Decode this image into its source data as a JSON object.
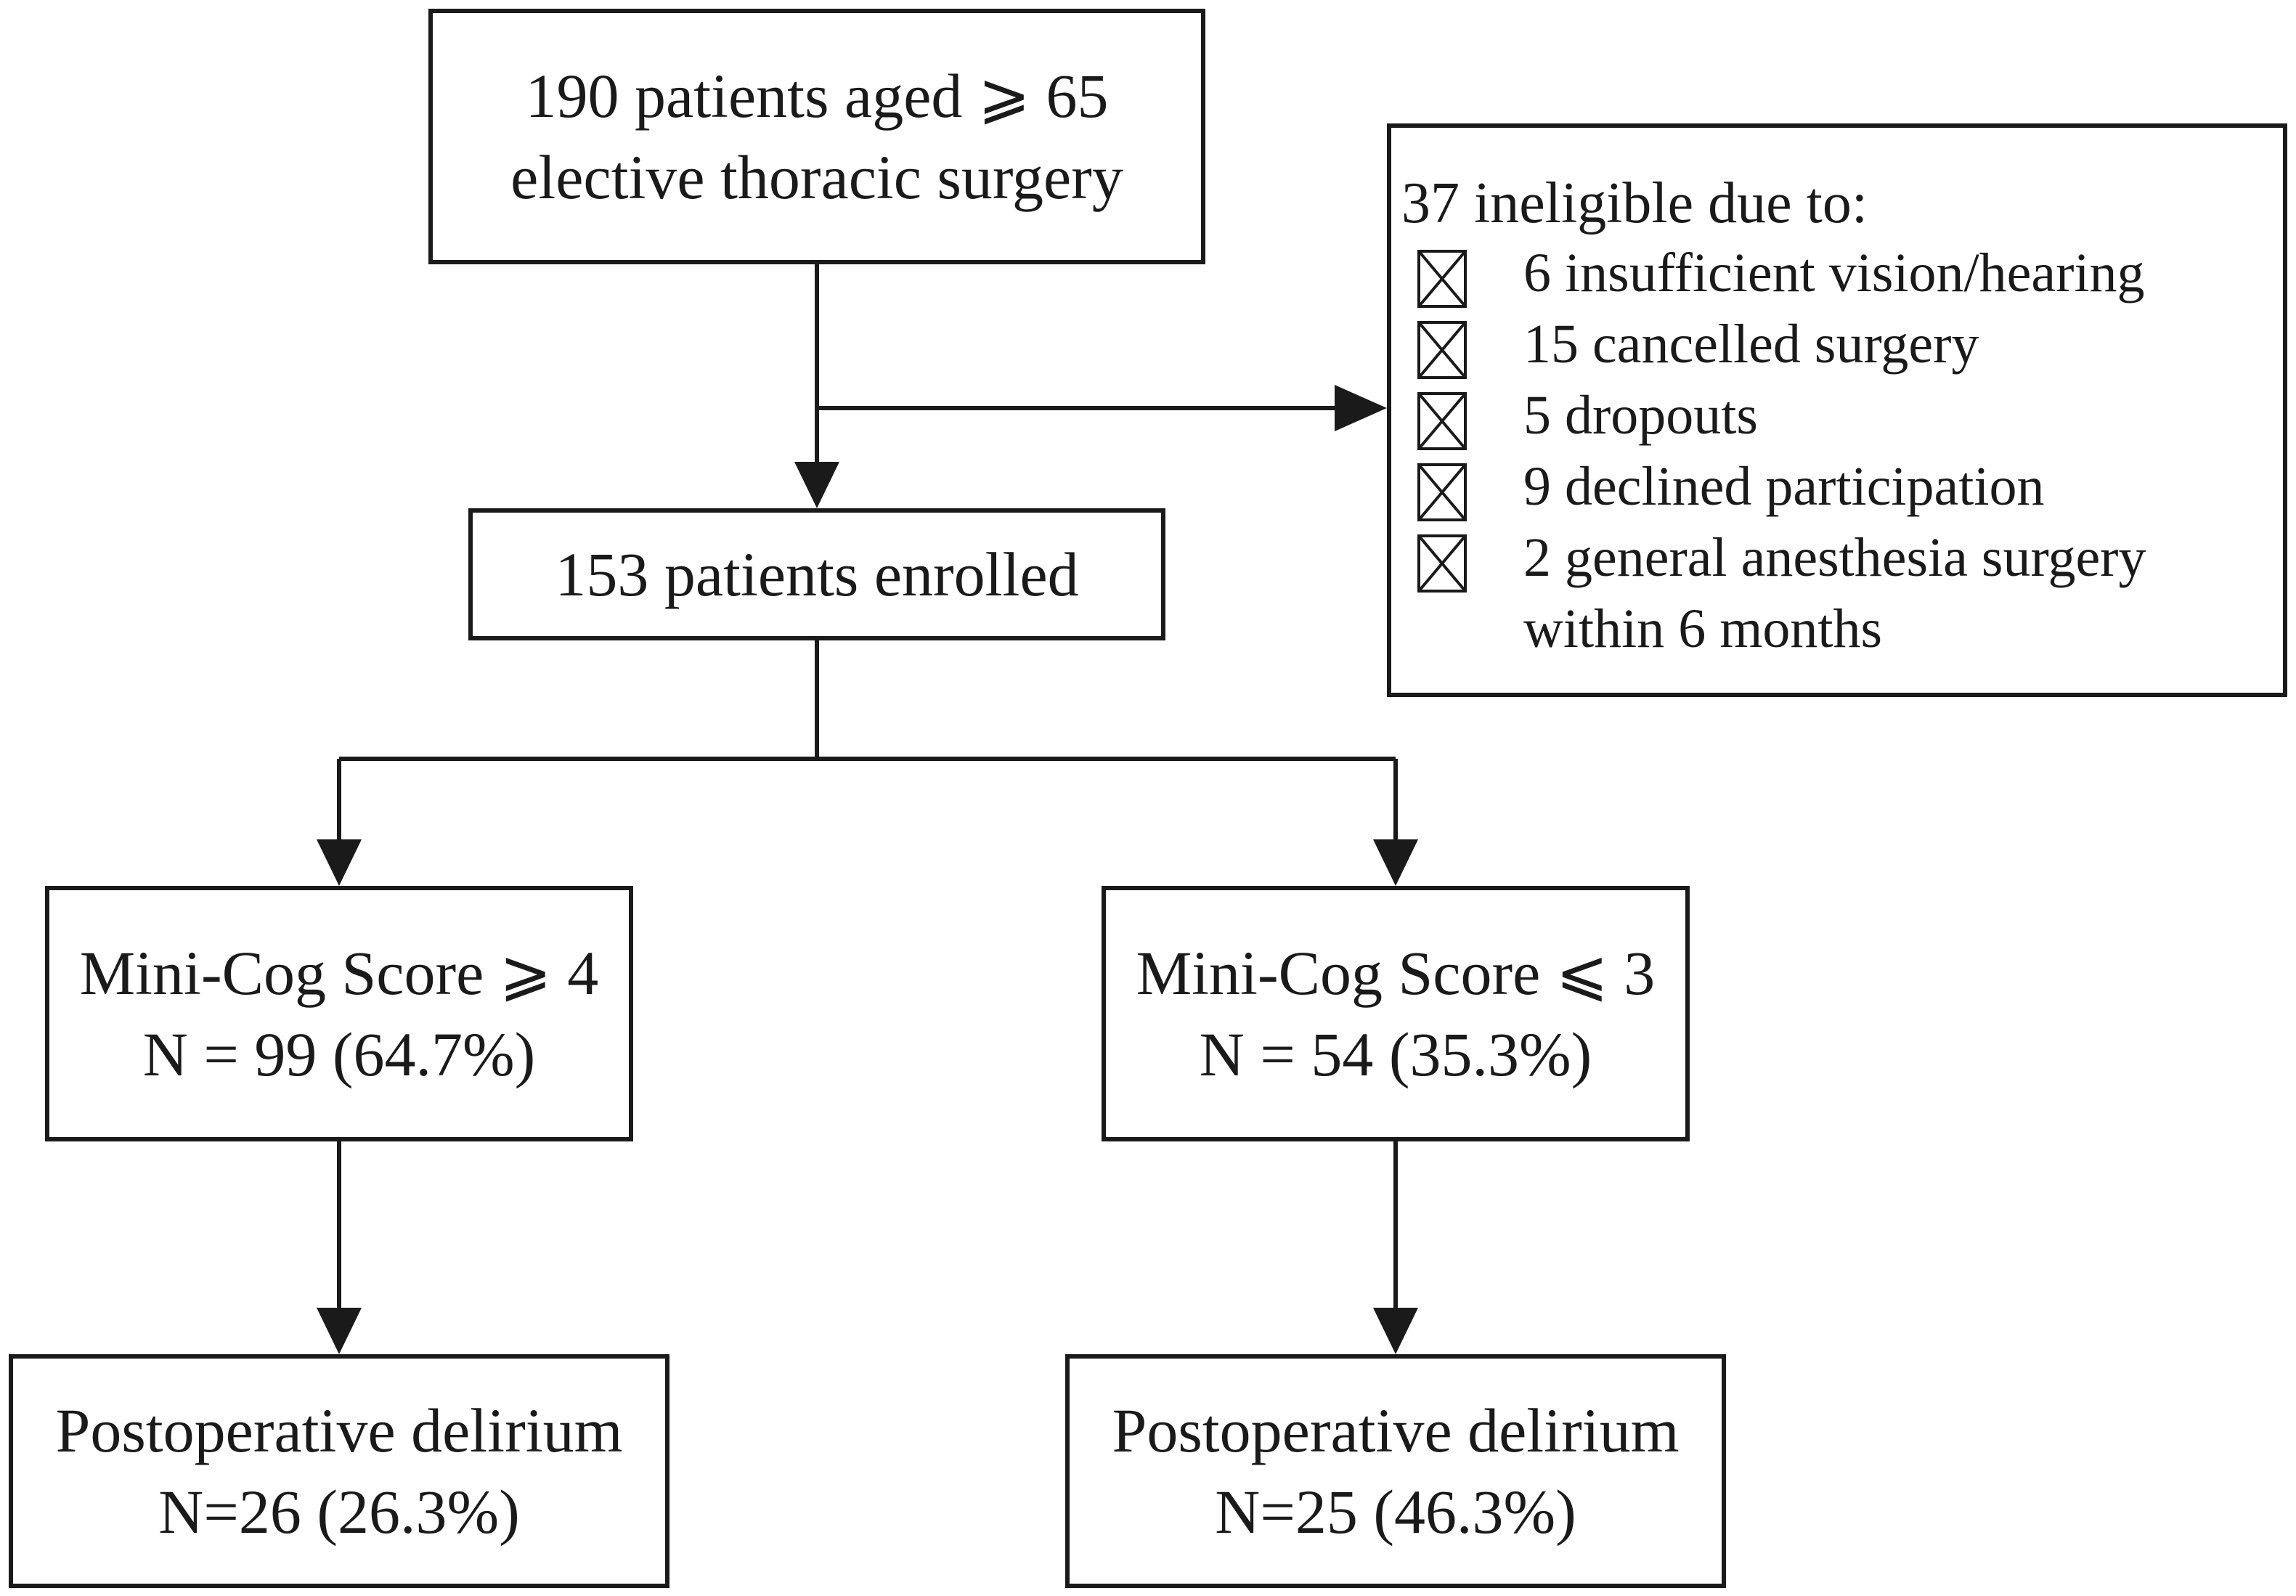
{
  "flow": {
    "screened": {
      "line1": "190 patients aged ⩾ 65",
      "line2": "elective thoracic surgery"
    },
    "exclusions": {
      "header": "37 ineligible due to:",
      "reasons": [
        {
          "text": "6 insufficient vision/hearing"
        },
        {
          "text": "15 cancelled surgery"
        },
        {
          "text": "5 dropouts"
        },
        {
          "text": "9 declined participation"
        },
        {
          "text": "2 general anesthesia surgery",
          "continuation": "within 6 months"
        }
      ]
    },
    "enrolled": {
      "label": "153 patients enrolled"
    },
    "group_high": {
      "line1": "Mini-Cog Score ⩾ 4",
      "line2": "N = 99 (64.7%)"
    },
    "group_low": {
      "line1": "Mini-Cog Score ⩽ 3",
      "line2": "N = 54 (35.3%)"
    },
    "outcome_high": {
      "line1": "Postoperative delirium",
      "line2": "N=26 (26.3%)"
    },
    "outcome_low": {
      "line1": "Postoperative delirium",
      "line2": "N=25 (46.3%)"
    }
  },
  "colors": {
    "line": "#1a1a1a",
    "background": "#ffffff"
  },
  "icons": {
    "exclusion_marker": "boxed-x-icon"
  }
}
